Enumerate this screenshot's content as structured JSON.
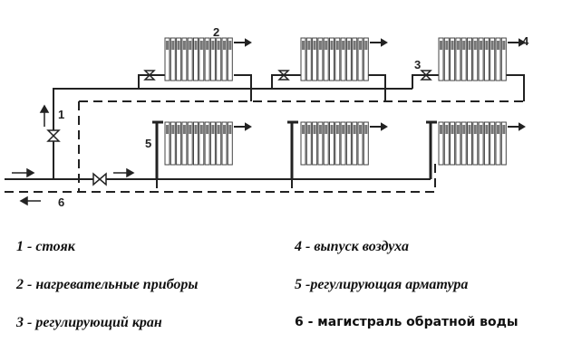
{
  "diagram": {
    "callouts": [
      "1",
      "2",
      "3",
      "4",
      "5",
      "6"
    ],
    "line_color": "#222222"
  },
  "legend": [
    {
      "text": "1 - стояк"
    },
    {
      "text": "2 - нагревательные приборы"
    },
    {
      "text": "3 - регулирующий кран"
    },
    {
      "text": "4 - выпуск воздуха"
    },
    {
      "text": "5 -регулирующая арматура"
    },
    {
      "text": "6 - магистраль обратной воды"
    }
  ]
}
